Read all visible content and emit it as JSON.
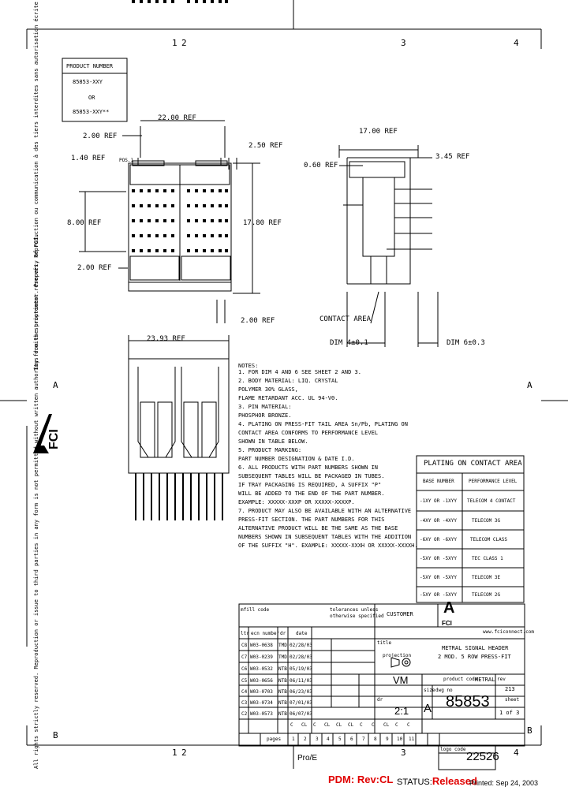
{
  "sheet": {
    "zone_numbers_top": [
      "1",
      "2",
      "3",
      "4"
    ],
    "zone_numbers_bottom": [
      "1",
      "2",
      "3",
      "4"
    ],
    "zone_letters_left": [
      "A",
      "B"
    ],
    "zone_letters_right": [
      "A",
      "B"
    ]
  },
  "side_notices": {
    "top_left": "Tous droits strictement réservés. Reproduction ou communication à des tiers interdites sans autorisation écrite préalable de FCI. Propriété de FCI.",
    "bottom_left": "All rights strictly reserved. Reproduction or issue to third parties in any form is not permitted without written authority from the proprietor. Property of FCI.",
    "logo_text": "FCI"
  },
  "product_number": {
    "header": "PRODUCT NUMBER",
    "lines": [
      "85853-XXY",
      "OR",
      "85853-XXY**"
    ]
  },
  "dimensions": {
    "d22": "22.00 REF",
    "d2_00_top": "2.00 REF",
    "d1_40": "1.40 REF",
    "d2_50": "2.50 REF",
    "d8_00": "8.00 REF",
    "d17_80": "17.80 REF",
    "d2_00_bottom": "2.00 REF",
    "d2_00_lower": "2.00 REF",
    "d17_00": "17.00 REF",
    "d0_60": "0.60 REF",
    "d3_45": "3.45 REF",
    "contact_area": "CONTACT AREA",
    "dim_4": "DIM 4±0.1",
    "dim_6": "DIM 6±0.3",
    "d23_93": "23.93 REF",
    "pos1": "POS.1"
  },
  "notes": {
    "title": "NOTES:",
    "lines": [
      "1.  FOR DIM 4 AND 6 SEE SHEET 2 AND 3.",
      "2.  BODY MATERIAL: LIQ. CRYSTAL",
      "       POLYMER 30% GLASS,",
      "       FLAME RETARDANT ACC. UL 94-V0.",
      "3.  PIN MATERIAL:",
      "       PHOSPHOR BRONZE.",
      "4.  PLATING ON PRESS-FIT TAIL AREA Sn/Pb, PLATING ON",
      "    CONTACT AREA CONFORMS TO PERFORMANCE LEVEL",
      "    SHOWN IN TABLE BELOW.",
      "5.  PRODUCT MARKING:",
      "       PART NUMBER DESIGNATION & DATE I.D.",
      "6.  ALL PRODUCTS WITH PART NUMBERS SHOWN IN",
      "    SUBSEQUENT TABLES WILL BE PACKAGED IN TUBES.",
      "    IF TRAY PACKAGING IS REQUIRED, A SUFFIX \"P\"",
      "    WILL BE ADDED TO THE END OF THE PART NUMBER.",
      "    EXAMPLE: XXXXX-XXXP OR XXXXX-XXXXP.",
      "7.  PRODUCT MAY ALSO BE AVAILABLE WITH AN ALTERNATIVE",
      "    PRESS-FIT SECTION. THE PART NUMBERS FOR THIS",
      "    ALTERNATIVE PRODUCT WILL BE THE SAME AS THE BASE",
      "    NUMBERS SHOWN IN SUBSEQUENT TABLES WITH THE ADDITION",
      "    OF THE SUFFIX \"H\". EXAMPLE: XXXXX-XXXH OR XXXXX-XXXXH."
    ]
  },
  "plating_table": {
    "title": "PLATING ON CONTACT AREA",
    "headers": [
      "BASE NUMBER",
      "PERFORMANCE LEVEL"
    ],
    "rows": [
      [
        "-1XY OR -1XYY",
        "TELECOM 4 CONTACT"
      ],
      [
        "-4XY OR -4XYY",
        "TELECOM 3G"
      ],
      [
        "-6XY OR -6XYY",
        "TELECOM CLASS"
      ],
      [
        "-5XY OR -5XYY",
        "TEC CLASS 1"
      ],
      [
        "-5XY OR -5XYY",
        "TELECOM 3E"
      ],
      [
        "-5XY OR -5XYY",
        "TELECOM 2G"
      ]
    ]
  },
  "title_block": {
    "customer_label": "CUSTOMER",
    "tolerance_text": [
      "tolerances unless",
      "otherwise specified"
    ],
    "company_logo": "A",
    "company_name": "FCI",
    "web": "www.fciconnect.com",
    "title_label": "title",
    "title_lines": [
      "METRAL SIGNAL HEADER",
      "2 MOD. 5 ROW PRESS-FIT"
    ],
    "revision_header": [
      "ltr",
      "ecn number",
      "dr",
      "date"
    ],
    "revisions": [
      [
        "C8",
        "W03-0638",
        "TMD",
        "02/28/03"
      ],
      [
        "C7",
        "W03-0239",
        "TMD",
        "02/28/03"
      ],
      [
        "C6",
        "W03-0532",
        "NTB",
        "05/19/03"
      ],
      [
        "C5",
        "W03-0656",
        "NTB",
        "06/11/03"
      ],
      [
        "C4",
        "W03-0703",
        "NTB",
        "06/23/03"
      ],
      [
        "C3",
        "W03-0734",
        "NTB",
        "07/01/03"
      ],
      [
        "C2",
        "W03-0573",
        "NTB",
        "06/07/03"
      ]
    ],
    "model_label": "mfill code",
    "projection_label": "projection",
    "product_code_label": "product code",
    "product_code": "METRAL",
    "size_label": "size",
    "size": "A",
    "dwg_no_label": "dwg no",
    "dwg_no": "85853",
    "rev_label": "rev",
    "rev": "213",
    "sheet_label": "sheet",
    "sheet": "1 of 3",
    "scale": "2:1",
    "dr_label": "dr",
    "dr_value": "VM",
    "pages_label": "pages",
    "pages_values": [
      "C",
      "CL",
      "C",
      "CL",
      "CL",
      "CL",
      "C",
      "C",
      "CL",
      "C",
      "C"
    ],
    "pages_numbers": [
      "1",
      "2",
      "3",
      "4",
      "5",
      "6",
      "7",
      "8",
      "9",
      "10",
      "11"
    ],
    "logo_code_label": "logo code",
    "logo_code": "22526"
  },
  "footer": {
    "pro_e": "Pro/E",
    "pdm_label": "PDM: Rev:",
    "pdm_rev": "CL",
    "status_label": "STATUS:",
    "status_value": "Released",
    "printed": "Printed: Sep 24, 2003"
  }
}
